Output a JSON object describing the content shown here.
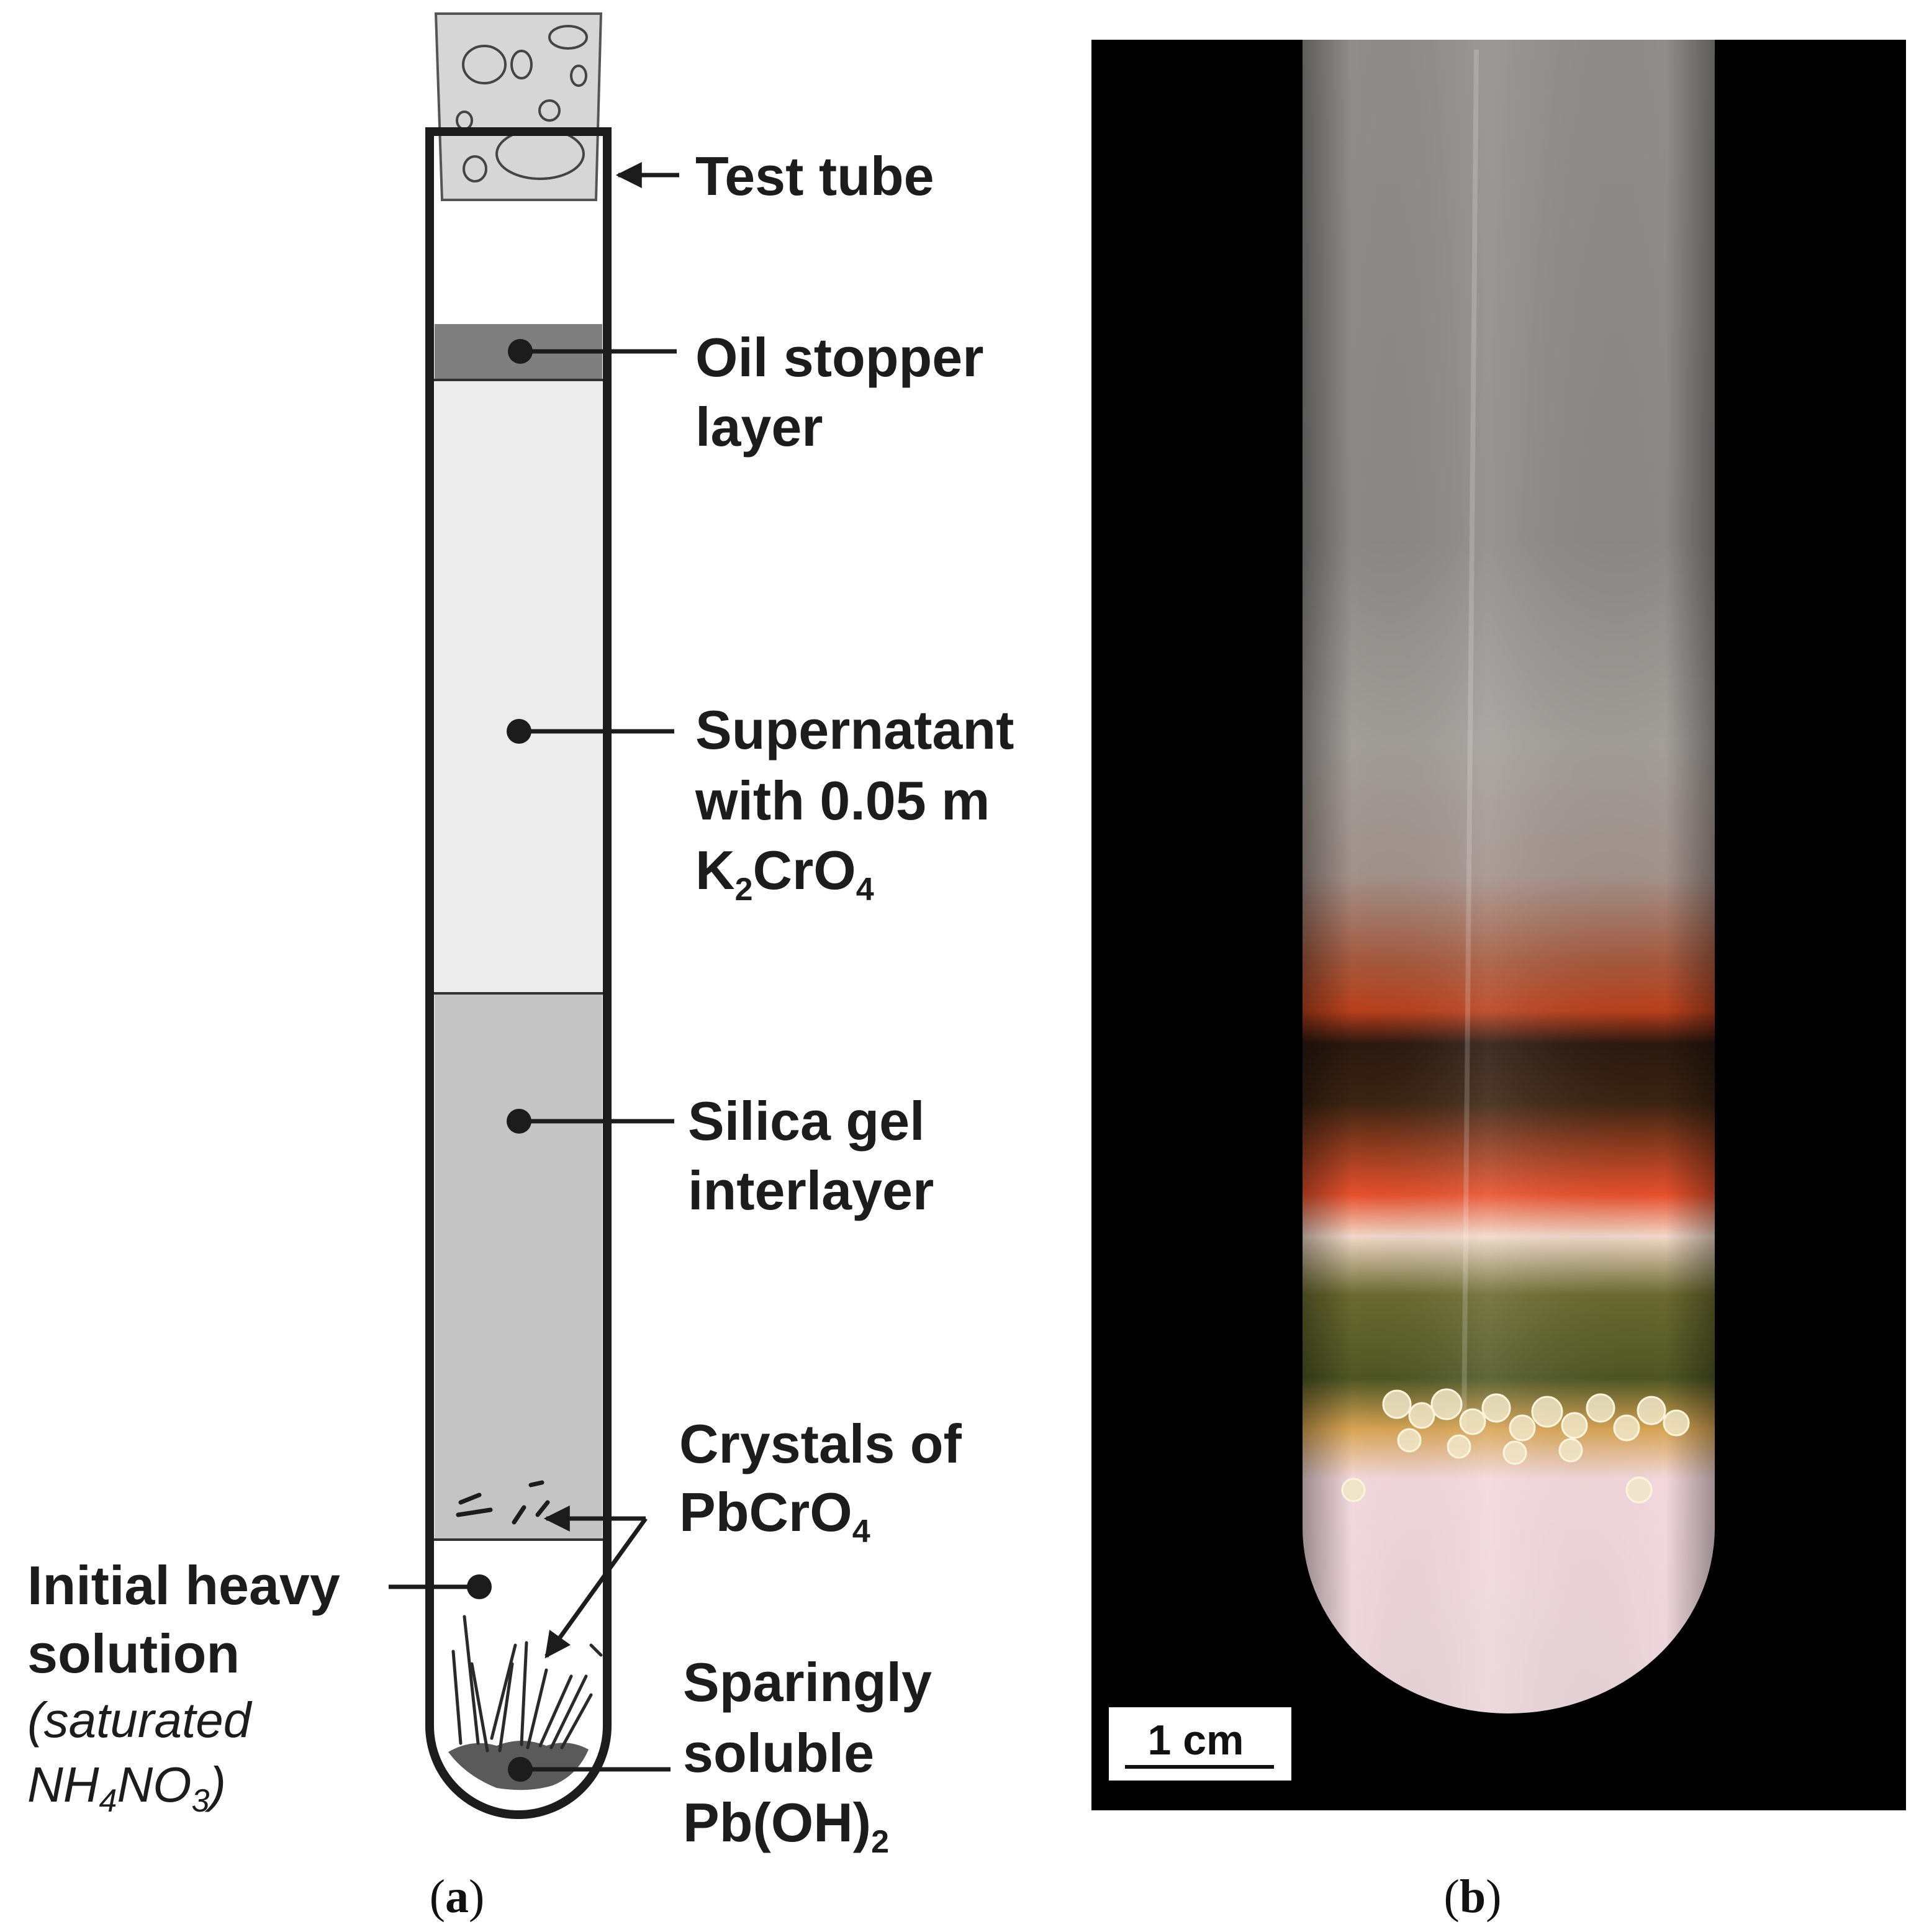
{
  "panel_a": {
    "labels": {
      "test_tube": "Test tube",
      "oil_line1": "Oil stopper",
      "oil_line2": "layer",
      "super_line1": "Supernatant",
      "super_line2": "with 0.05 m",
      "super_k": "K",
      "super_sub2": "2",
      "super_cro": "CrO",
      "super_sub4": "4",
      "silica_line1": "Silica gel",
      "silica_line2": "interlayer",
      "crystals_line1": "Crystals of",
      "crystals_pbcro": "PbCrO",
      "crystals_sub4": "4",
      "initial_line1": "Initial heavy",
      "initial_line2": "solution",
      "initial_line3": "(saturated",
      "initial_nh": "NH",
      "initial_sub4": "4",
      "initial_no": "NO",
      "initial_sub3": "3",
      "initial_close": ")",
      "sparingly_line1": "Sparingly",
      "sparingly_line2": "soluble",
      "sparingly_pboh": "Pb(OH)",
      "sparingly_sub2": "2"
    },
    "caption_open": "(",
    "caption_letter": "a",
    "caption_close": ")"
  },
  "panel_b": {
    "scale_bar": "1 cm",
    "caption_open": "(",
    "caption_letter": "b",
    "caption_close": ")"
  },
  "colors": {
    "outline": "#1c1c1c",
    "oil_layer": "#7f7f7f",
    "supernatant": "#ececec",
    "silica_gel": "#c4c4c4",
    "stopper": "#d6d6d6",
    "photo_background": "#000000"
  }
}
